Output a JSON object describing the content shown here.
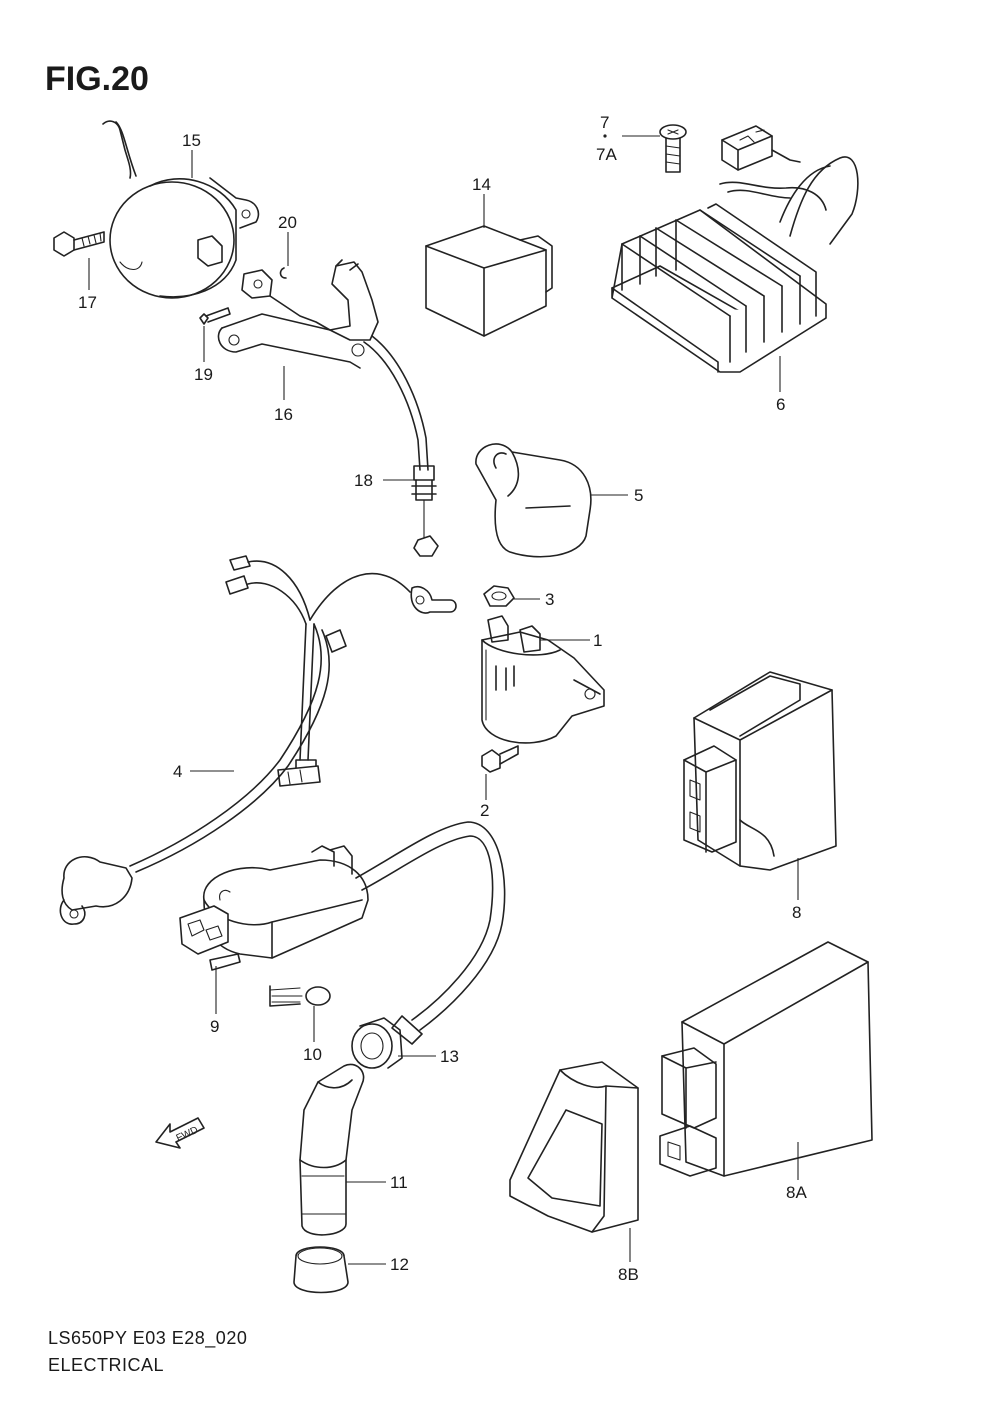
{
  "figure": {
    "title": "FIG.20",
    "model_code": "LS650PY E03 E28_020",
    "section": "ELECTRICAL",
    "fwd_label": "FWD"
  },
  "callouts": {
    "c1": "1",
    "c2": "2",
    "c3": "3",
    "c4": "4",
    "c5": "5",
    "c6": "6",
    "c7": "7",
    "c7a": "7A",
    "c8": "8",
    "c8a": "8A",
    "c8b": "8B",
    "c9": "9",
    "c10": "10",
    "c11": "11",
    "c12": "12",
    "c13": "13",
    "c14": "14",
    "c15": "15",
    "c16": "16",
    "c17": "17",
    "c18": "18",
    "c19": "19",
    "c20": "20"
  }
}
